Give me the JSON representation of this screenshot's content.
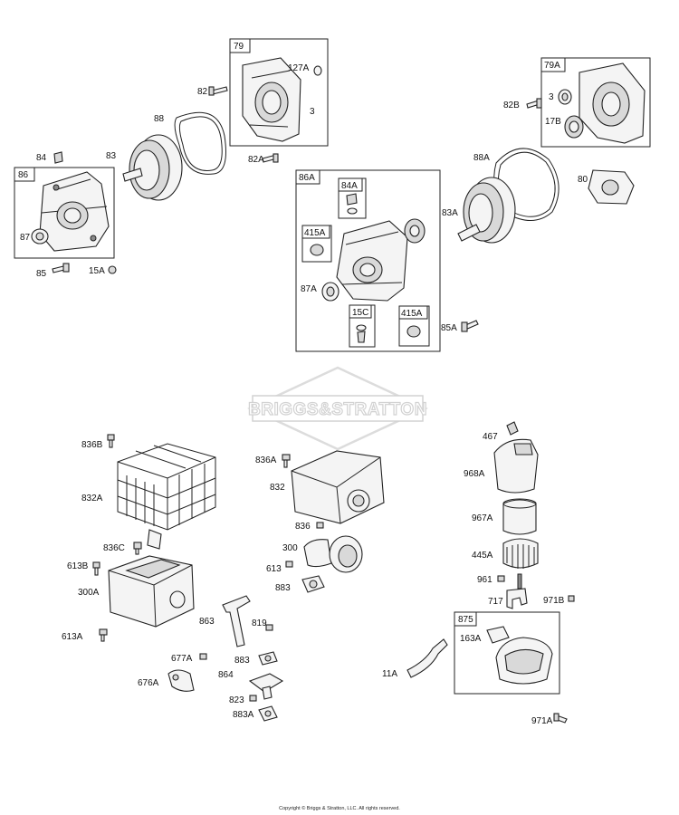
{
  "watermark": {
    "text": "BRIGGS&STRATTON"
  },
  "copyright": "Copyright © Briggs & Stratton, LLC. All rights reserved.",
  "boxes": {
    "b79": "79",
    "b79A": "79A",
    "b86": "86",
    "b86A": "86A",
    "b84A": "84A",
    "b415A_1": "415A",
    "b15C": "15C",
    "b415A_2": "415A",
    "b875": "875"
  },
  "labels": {
    "l127A": "127A",
    "l3_top": "3",
    "l82": "82",
    "l88": "88",
    "l82A": "82A",
    "l84": "84",
    "l83": "83",
    "l87": "87",
    "l85": "85",
    "l15A": "15A",
    "l82B": "82B",
    "l3_right": "3",
    "l17B": "17B",
    "l88A": "88A",
    "l80": "80",
    "l83A": "83A",
    "l87A": "87A",
    "l85A": "85A",
    "l836B": "836B",
    "l832A": "832A",
    "l836C": "836C",
    "l613B": "613B",
    "l300A": "300A",
    "l613A": "613A",
    "l836A": "836A",
    "l832": "832",
    "l836": "836",
    "l300": "300",
    "l613": "613",
    "l883_top": "883",
    "l863": "863",
    "l819": "819",
    "l677A": "677A",
    "l883_bot": "883",
    "l676A": "676A",
    "l864": "864",
    "l823": "823",
    "l883A": "883A",
    "l467": "467",
    "l968A": "968A",
    "l967A": "967A",
    "l445A": "445A",
    "l961": "961",
    "l717": "717",
    "l971B": "971B",
    "l163A": "163A",
    "l11A": "11A",
    "l971A": "971A"
  }
}
